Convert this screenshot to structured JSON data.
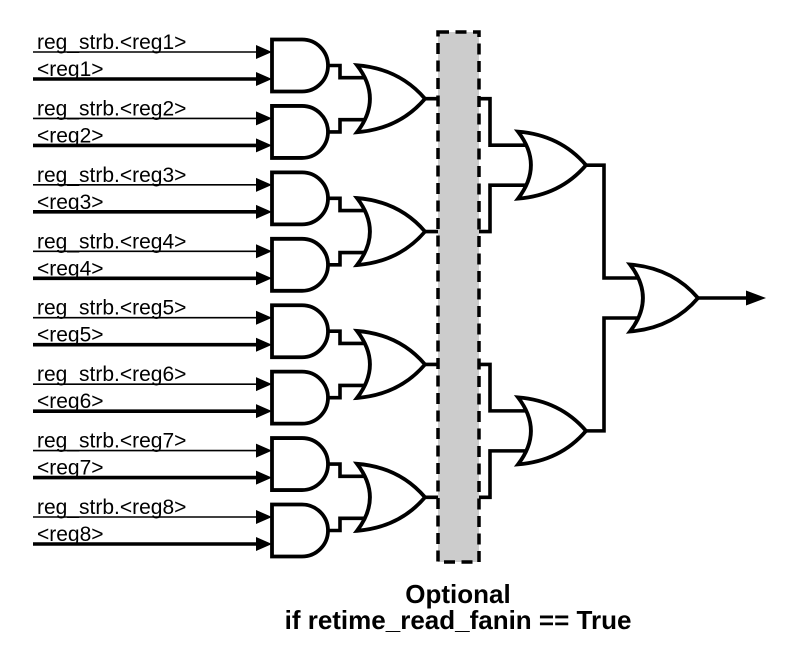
{
  "diagram": {
    "kind": "logic-fanin-tree",
    "inputs": [
      {
        "strobe_label": "reg_strb.<reg1>",
        "value_label": "<reg1>"
      },
      {
        "strobe_label": "reg_strb.<reg2>",
        "value_label": "<reg2>"
      },
      {
        "strobe_label": "reg_strb.<reg3>",
        "value_label": "<reg3>"
      },
      {
        "strobe_label": "reg_strb.<reg4>",
        "value_label": "<reg4>"
      },
      {
        "strobe_label": "reg_strb.<reg5>",
        "value_label": "<reg5>"
      },
      {
        "strobe_label": "reg_strb.<reg6>",
        "value_label": "<reg6>"
      },
      {
        "strobe_label": "reg_strb.<reg7>",
        "value_label": "<reg7>"
      },
      {
        "strobe_label": "reg_strb.<reg8>",
        "value_label": "<reg8>"
      }
    ],
    "gates": {
      "and_count": 8,
      "or_level1_count": 4,
      "or_level2_count": 2,
      "or_final_count": 1
    },
    "caption": {
      "line1": "Optional",
      "line2": "if retime_read_fanin == True"
    },
    "colors": {
      "line": "#000000",
      "gate_fill": "#ffffff",
      "optional_region_fill": "#cccccc",
      "background": "#ffffff"
    }
  }
}
